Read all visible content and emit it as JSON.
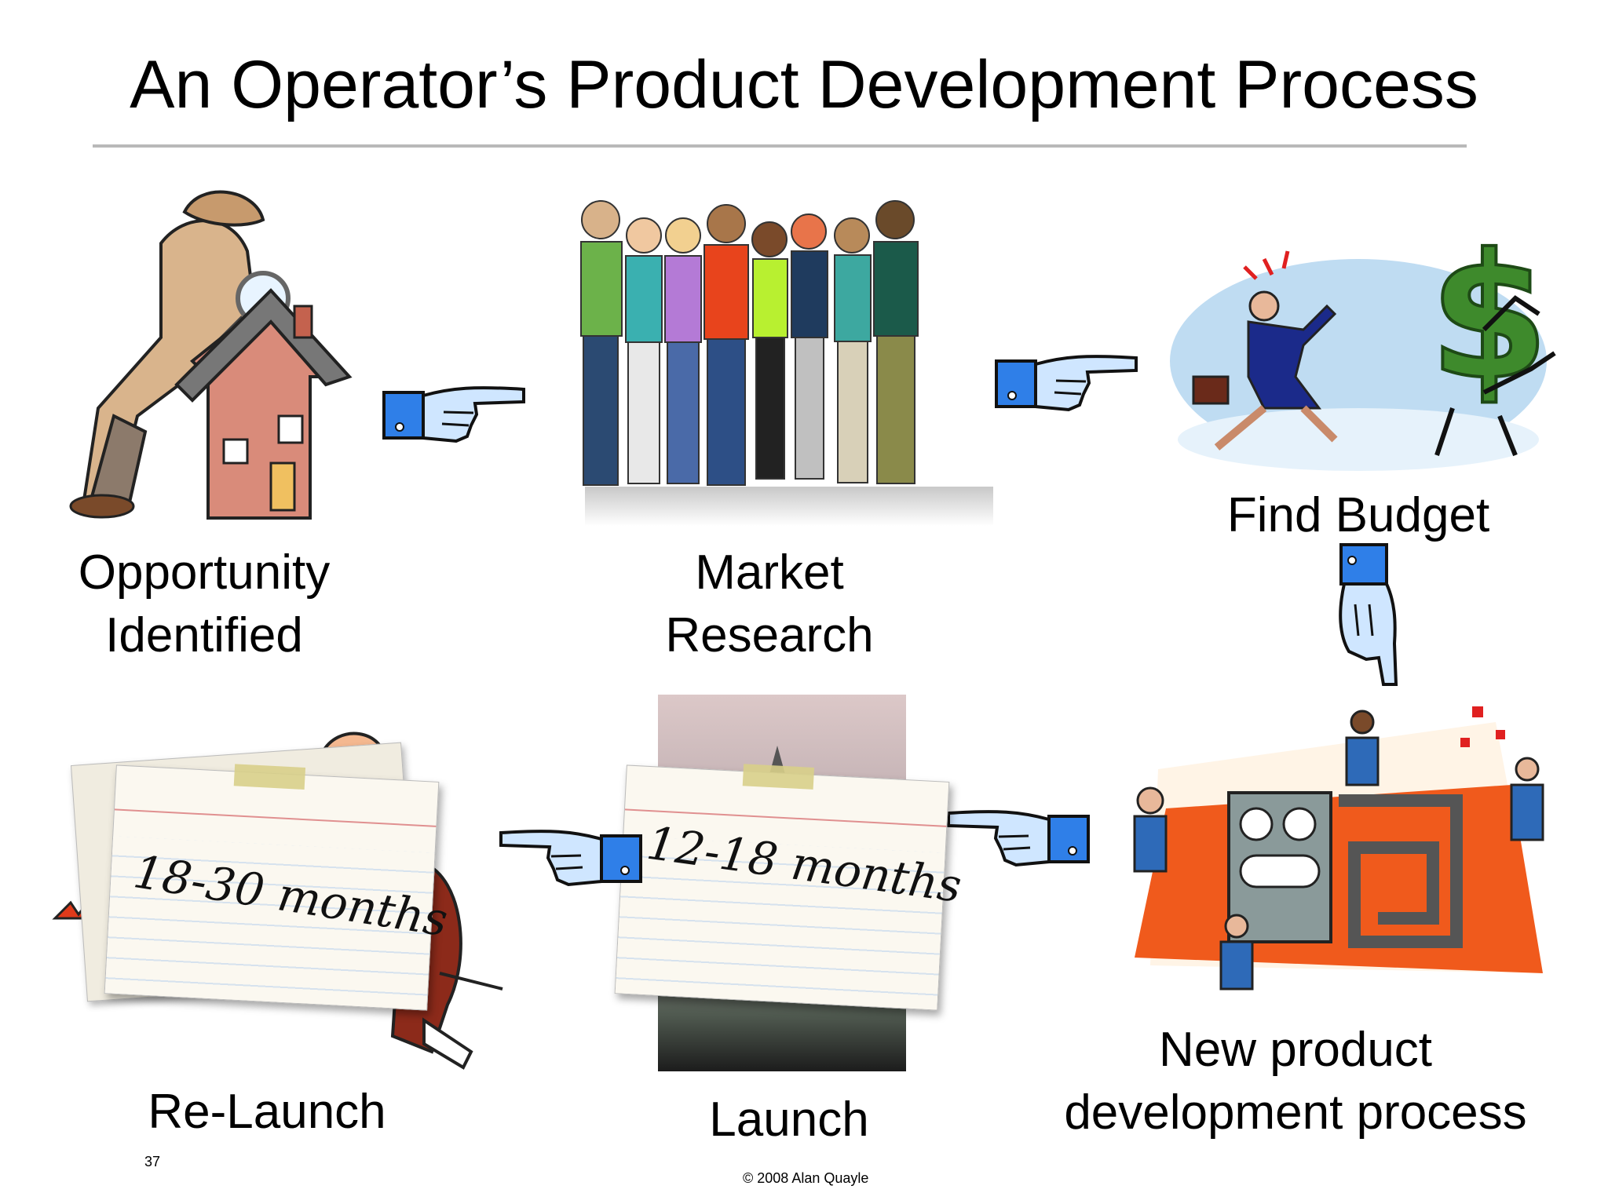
{
  "slide": {
    "title": "An Operator’s Product Development Process",
    "slide_number": "37",
    "copyright": "© 2008 Alan Quayle"
  },
  "steps": [
    {
      "label_line1": "Opportunity",
      "label_line2": "Identified",
      "icon": "detective-house-icon"
    },
    {
      "label_line1": "Market",
      "label_line2": "Research",
      "icon": "people-group-icon"
    },
    {
      "label": "Find Budget",
      "icon": "chasing-dollar-icon"
    },
    {
      "label_line1": "New product",
      "label_line2": "development process",
      "icon": "workers-machine-icon"
    },
    {
      "label": "Launch",
      "icon": "rocket-launch-icon"
    },
    {
      "label": "Re-Launch",
      "icon": "factory-worker-icon"
    }
  ],
  "cards": [
    {
      "text": "18-30 months"
    },
    {
      "text": "12-18 months"
    }
  ],
  "colors": {
    "accent_blue": "#2f7fe8",
    "hand_fill": "#cfe6ff",
    "rule": "#b9b9b9",
    "orange": "#f05a1c",
    "money_green": "#3e8a2c"
  }
}
